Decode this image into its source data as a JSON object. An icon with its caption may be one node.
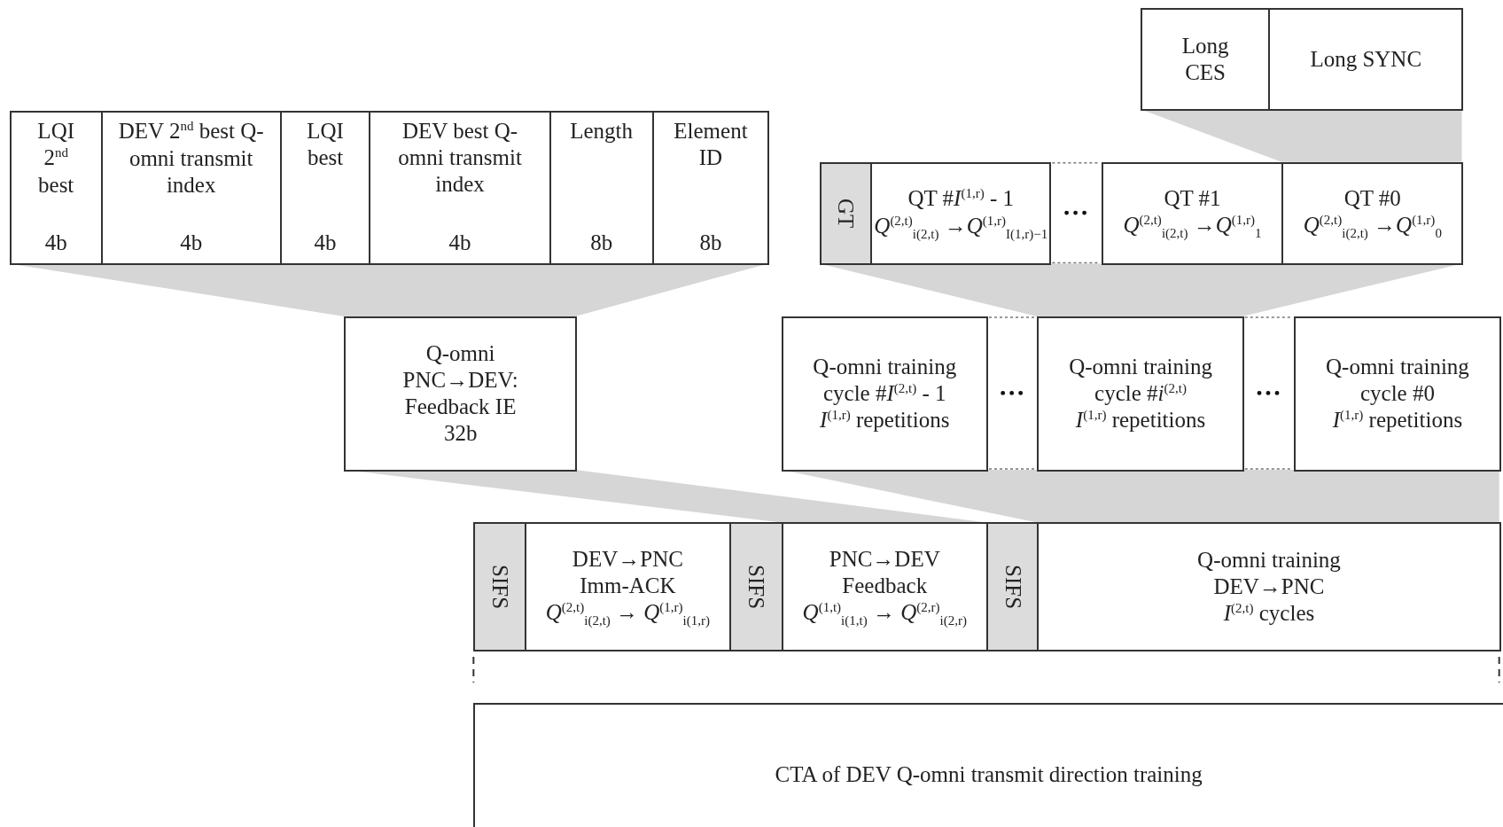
{
  "diagram": {
    "nodes": [
      {
        "text": [
          "Long CES"
        ]
      },
      {
        "text": [
          "Long SYNC"
        ]
      },
      {
        "text": [
          "LQI 2$^{nd}$ best",
          "4b"
        ]
      },
      {
        "text": [
          "DEV 2$^{nd}$ best Q-omni transmit index",
          "4b"
        ]
      },
      {
        "text": [
          "LQI best",
          "4b"
        ]
      },
      {
        "text": [
          "DEV best Q-omni transmit index",
          "4b"
        ]
      },
      {
        "text": [
          "Length",
          "8b"
        ]
      },
      {
        "text": [
          "Element ID",
          "8b"
        ]
      },
      {
        "text": [
          "GT"
        ]
      },
      {
        "text": [
          "QT #*I*$^{(1,r)}$ - 1",
          "*Q*$^{(2,t)}$$_{i(2,t)}$ →*Q*$^{(1,r)}$$_{I(1,r)−1}$"
        ]
      },
      {
        "text": [
          "QT #1",
          "*Q*$^{(2,t)}$$_{i(2,t)}$ →*Q*$^{(1,r)}$$_{1}$"
        ]
      },
      {
        "text": [
          "QT #0",
          "*Q*$^{(2,t)}$$_{i(2,t)}$ →*Q*$^{(1,r)}$$_{0}$"
        ]
      },
      {
        "text": [
          "Q-omni PNC→DEV: Feedback IE",
          "32b"
        ]
      },
      {
        "text": [
          "Q-omni training cycle #*I*$^{(2,t)}$ - 1",
          "*I*$^{(1,r)}$ repetitions"
        ]
      },
      {
        "text": [
          "Q-omni training cycle #*i*$^{(2,t)}$",
          "*I*$^{(1,r)}$ repetitions"
        ]
      },
      {
        "text": [
          "Q-omni training cycle #0",
          "*I*$^{(1,r)}$ repetitions"
        ]
      },
      {
        "text": [
          "SIFS"
        ]
      },
      {
        "text": [
          "DEV→PNC Imm-ACK",
          "*Q*$^{(2,t)}$$_{i(2,t)}$ → *Q*$^{(1,r)}$$_{i(1,r)}$"
        ]
      },
      {
        "text": [
          "SIFS"
        ]
      },
      {
        "text": [
          "PNC→DEV Feedback",
          "*Q*$^{(1,t)}$$_{i(1,t)}$ → *Q*$^{(2,r)}$$_{i(2,r)}$"
        ]
      },
      {
        "text": [
          "SIFS"
        ]
      },
      {
        "text": [
          "Q-omni training DEV→PNC",
          "*I*$^{(2,t)}$ cycles"
        ]
      },
      {
        "text": [
          "CTA of DEV Q-omni transmit direction training"
        ]
      }
    ]
  }
}
